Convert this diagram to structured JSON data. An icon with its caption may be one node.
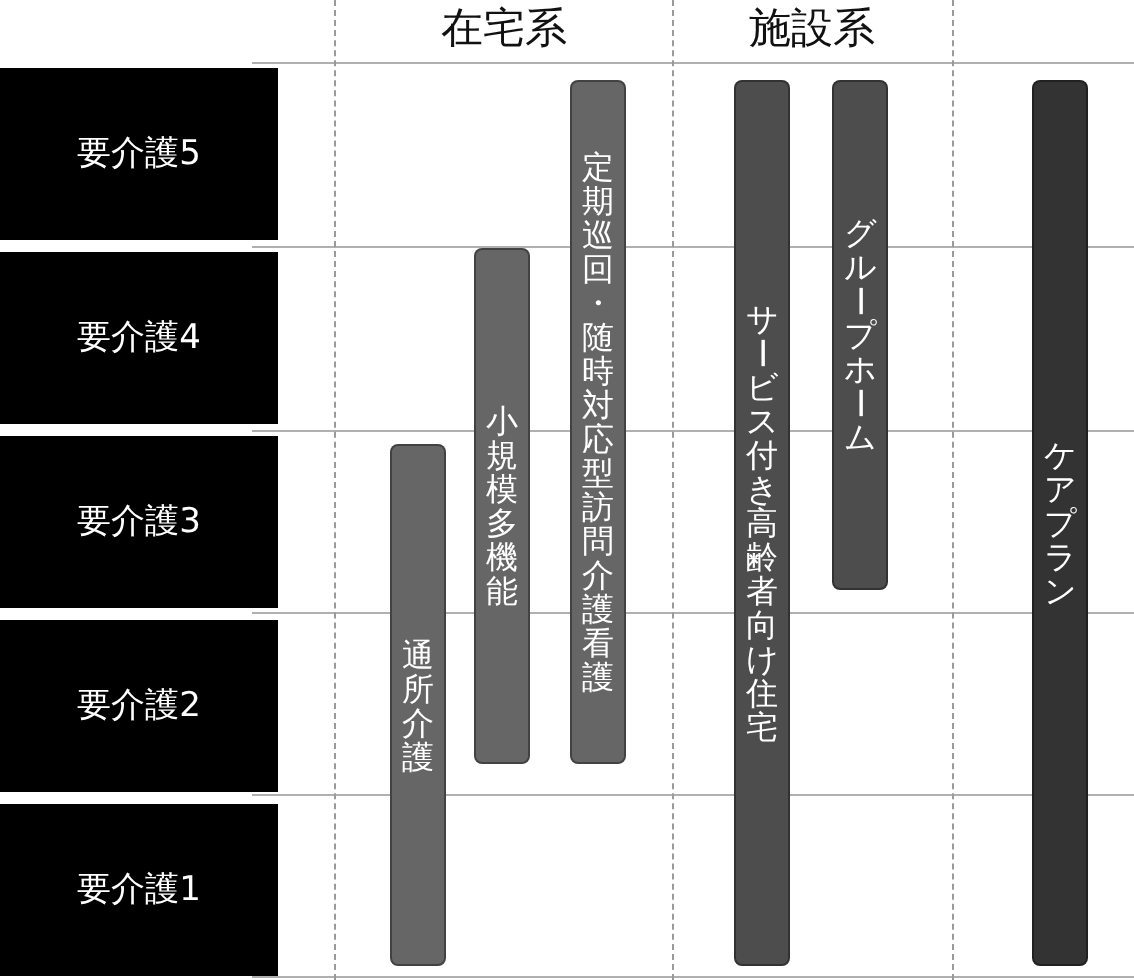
{
  "diagram": {
    "nodes": [
      {
        "text": [
          "要介護5"
        ]
      },
      {
        "text": [
          "要介護4"
        ]
      },
      {
        "text": [
          "要介護3"
        ]
      },
      {
        "text": [
          "要介護2"
        ]
      },
      {
        "text": [
          "要介護1"
        ]
      },
      {
        "text": [
          "通所介護"
        ]
      },
      {
        "text": [
          "小規模多機能"
        ]
      },
      {
        "text": [
          "定期巡回・随時対応型訪問介護看護"
        ]
      },
      {
        "text": [
          "サービス付き高齢者向け住宅"
        ]
      },
      {
        "text": [
          "グループホーム"
        ]
      },
      {
        "text": [
          "ケアプラン"
        ]
      }
    ],
    "labels": [
      "在宅系",
      "施設系"
    ]
  }
}
